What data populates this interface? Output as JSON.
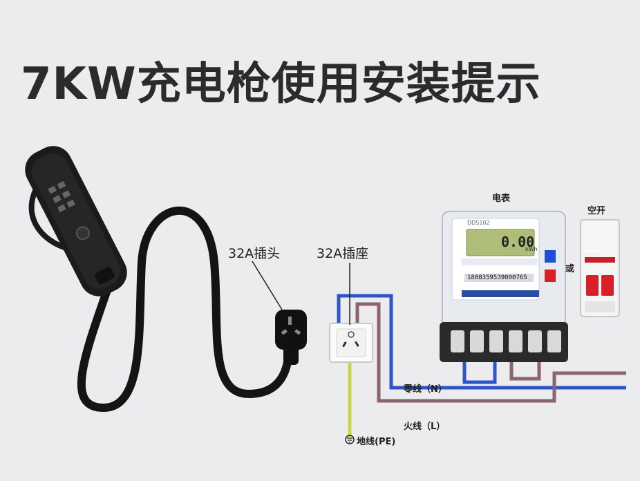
{
  "title": "7KW充电枪使用安装提示",
  "labels": {
    "plug": "32A插头",
    "socket": "32A插座",
    "meter": "电表",
    "breaker": "空开",
    "or": "或",
    "neutral": "零线（N）",
    "live": "火线（L）",
    "earth": "地线(PE)"
  },
  "meter_display": {
    "model": "DDS102",
    "reading": "0.00",
    "unit": "kWh",
    "serial": "1808359539000765"
  },
  "breaker_brand": "DELIXI",
  "colors": {
    "neutral_wire": "#2d55c8",
    "live_wire": "#8a6470",
    "earth_wire": "#c8d84a",
    "cable": "#141414",
    "breaker_handle": "#d8202a",
    "meter_indicator_blue": "#1f4fd6",
    "meter_indicator_red": "#d61f26"
  },
  "icons": [
    "charging-gun",
    "plug",
    "wall-socket",
    "electric-meter",
    "circuit-breaker",
    "ground-symbol"
  ]
}
